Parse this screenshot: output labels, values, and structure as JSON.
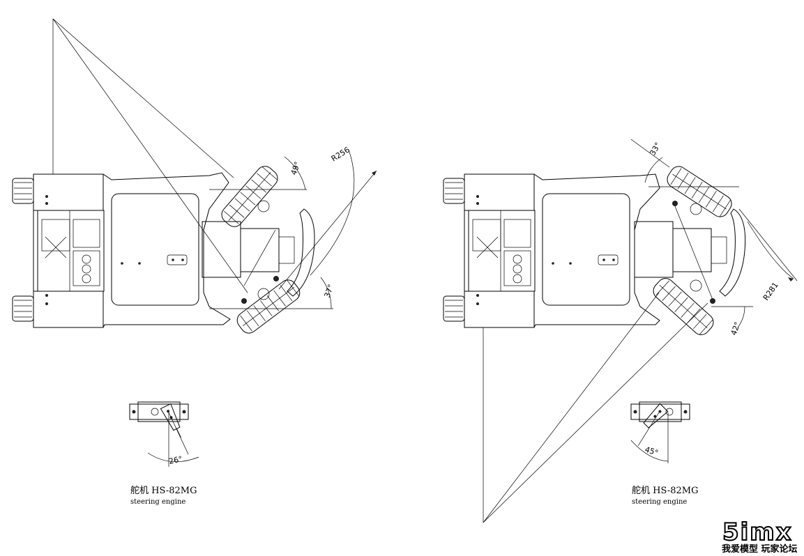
{
  "left_view": {
    "radius_label": "R256",
    "angle_upper": "49°",
    "angle_lower": "37°",
    "servo_angle": "26°",
    "servo_name": "舵机 HS-82MG",
    "servo_sub": "steering engine"
  },
  "right_view": {
    "radius_label": "R281",
    "angle_upper": "33°",
    "angle_lower": "42°",
    "servo_angle": "45°",
    "servo_name": "舵机 HS-82MG",
    "servo_sub": "steering engine"
  },
  "watermark": {
    "logo": "5imx",
    "tagline": "我爱模型 玩家论坛"
  }
}
